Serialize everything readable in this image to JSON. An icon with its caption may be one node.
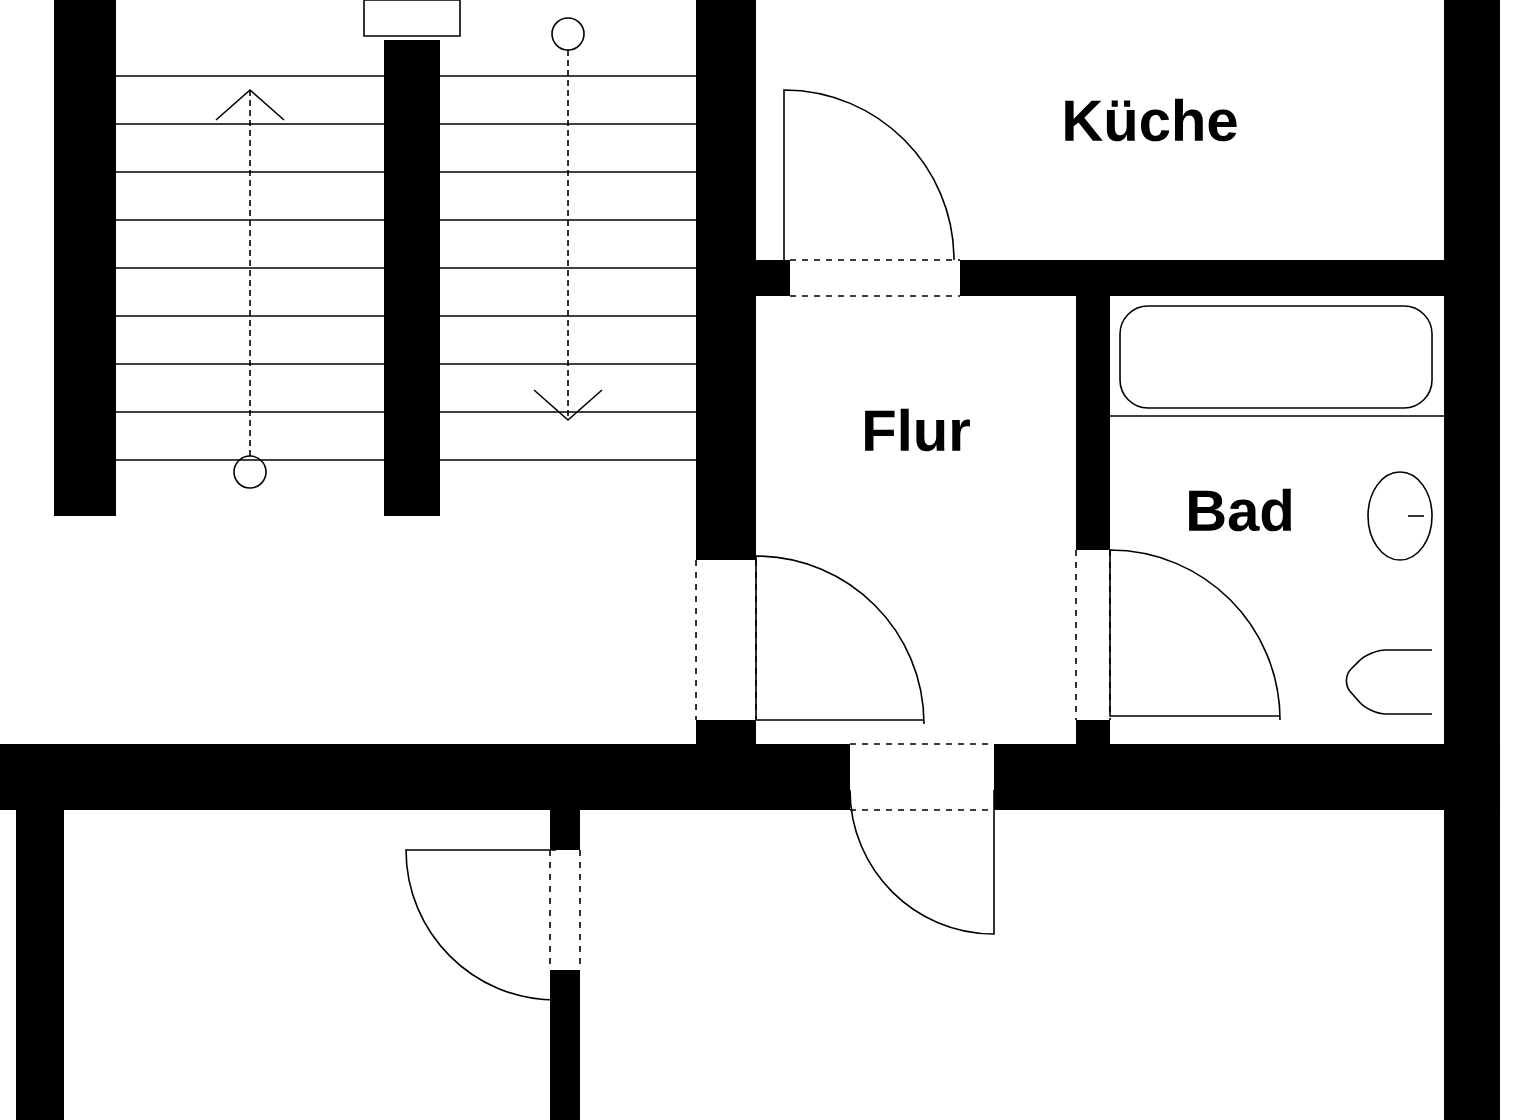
{
  "diagram": {
    "nodes": [
      {
        "text": [
          "Küche"
        ]
      },
      {
        "text": [
          "Flur"
        ]
      },
      {
        "text": [
          "Bad"
        ]
      }
    ]
  }
}
